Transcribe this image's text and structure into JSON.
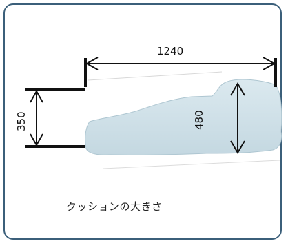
{
  "dimensions": {
    "length": "1240",
    "height_low": "350",
    "height_high": "480"
  },
  "caption": "クッションの大きさ",
  "colors": {
    "border": "#3b5f7a",
    "cushion_fill": "#d2e3ea",
    "cushion_shadow": "#b9cfd8",
    "dimension_line": "#111111"
  }
}
